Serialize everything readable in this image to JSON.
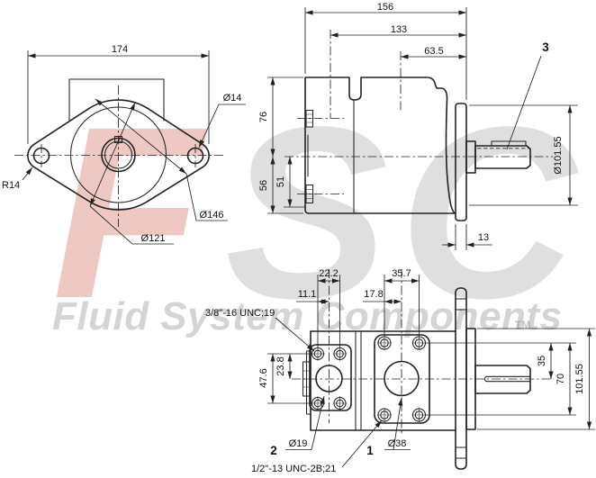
{
  "colors": {
    "line": "#222222",
    "watermark_gray": "#d7d7d7",
    "watermark_red": "#dba79e"
  },
  "watermark": {
    "letter_f": "F",
    "letter_s": "S",
    "letter_c": "C",
    "brand": "Fluid System Components",
    "tm": "TM"
  },
  "front_view": {
    "width": "174",
    "bolt_hole_dia": "Ø14",
    "flange_end_radius": "R14",
    "boss_dia": "Ø146",
    "pilot_dia": "Ø121"
  },
  "side_view": {
    "overall_length": "156",
    "port_axis_length": "133",
    "front_length": "63.5",
    "height_above_axis": "76",
    "height_below_axis": "56",
    "lower_port_axis": "51",
    "flange_thickness": "13",
    "pilot_dia": "Ø101.55",
    "shaft_callout": "3"
  },
  "bottom_view": {
    "port1_bolt_spacing": "35.7",
    "port1_axis_offset": "17.8",
    "port2_bolt_spacing": "22.2",
    "port2_axis_offset": "11.1",
    "port2_bolt_span": "47.6",
    "port2_axis_to_row": "23.8",
    "row_to_axis": "35",
    "bolt_row_span": "70",
    "pilot_dia": "101.55",
    "port2_thread_note": "3/8\"-16 UNC;19",
    "port1_thread_note": "1/2\"-13 UNC-2B;21",
    "port2_dia": "Ø19",
    "port1_dia": "Ø38",
    "port1_callout": "1",
    "port2_callout": "2"
  }
}
